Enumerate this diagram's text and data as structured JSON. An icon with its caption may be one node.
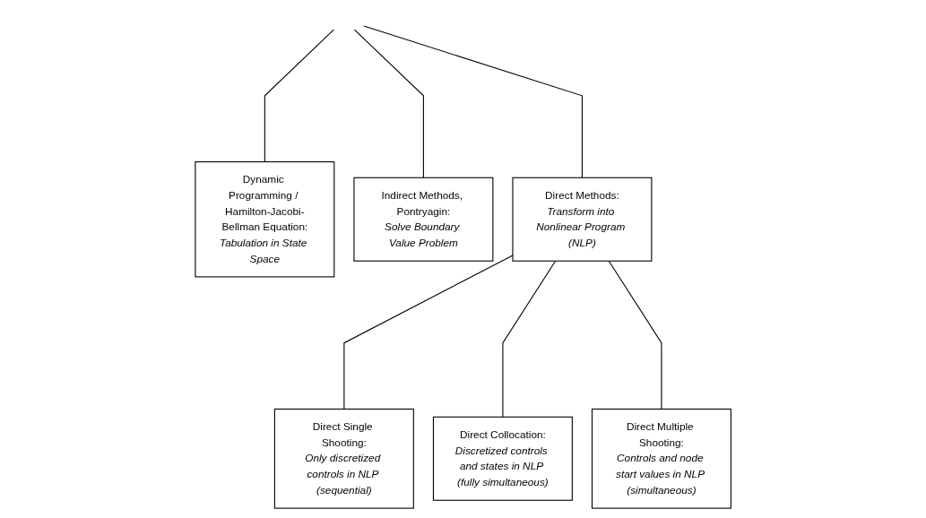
{
  "diagram": {
    "nodes": [
      {
        "text": [
          "Dynamic Programming / Hamilton-Jacobi-Bellman Equation:",
          "Tabulation in State Space"
        ]
      },
      {
        "text": [
          "Indirect Methods, Pontryagin:",
          "Solve Boundary Value Problem"
        ]
      },
      {
        "text": [
          "Direct Methods:",
          "Transform into Nonlinear Program (NLP)"
        ]
      },
      {
        "text": [
          "Direct Single Shooting:",
          "Only discretized controls in NLP (sequential)"
        ]
      },
      {
        "text": [
          "Direct Collocation:",
          "Discretized controls and states in NLP (fully simultaneous)"
        ]
      },
      {
        "text": [
          "Direct Multiple Shooting:",
          "Controls and node start values in NLP (simultaneous)"
        ]
      }
    ],
    "edges": [
      {
        "from": null,
        "to": 0,
        "arrow": "none"
      },
      {
        "from": null,
        "to": 1,
        "arrow": "none"
      },
      {
        "from": null,
        "to": 2,
        "arrow": "none"
      },
      {
        "from": 2,
        "to": 3,
        "arrow": "none"
      },
      {
        "from": 2,
        "to": 4,
        "arrow": "none"
      },
      {
        "from": 2,
        "to": 5,
        "arrow": "none"
      }
    ]
  }
}
